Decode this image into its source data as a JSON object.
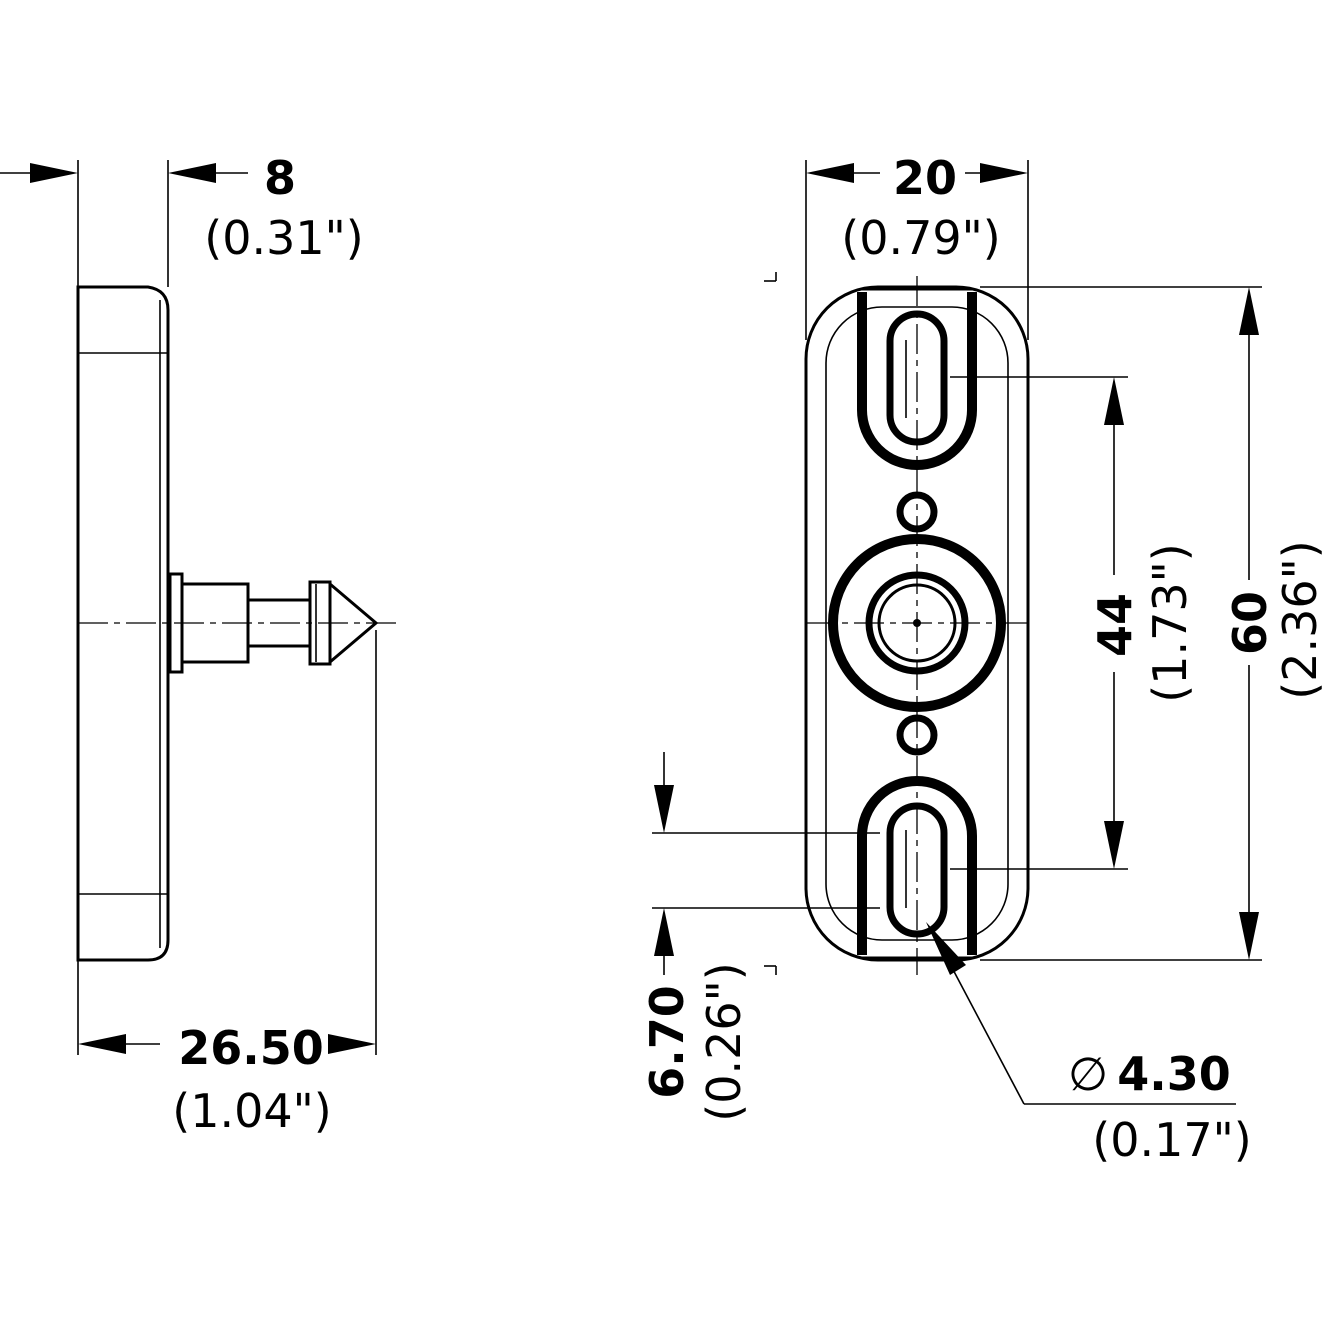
{
  "side_view": {
    "depth_mm": "8",
    "depth_in": "(0.31\")",
    "length_mm": "26.50",
    "length_in": "(1.04\")"
  },
  "front_view": {
    "width_mm": "20",
    "width_in": "(0.79\")",
    "height_mm": "60",
    "height_in": "(2.36\")",
    "slot_pitch_mm": "44",
    "slot_pitch_in": "(1.73\")",
    "slot_offset_mm": "6.70",
    "slot_offset_in": "(0.26\")",
    "hole_symbol": "∅",
    "hole_dia_mm": "4.30",
    "hole_dia_in": "(0.17\")"
  }
}
